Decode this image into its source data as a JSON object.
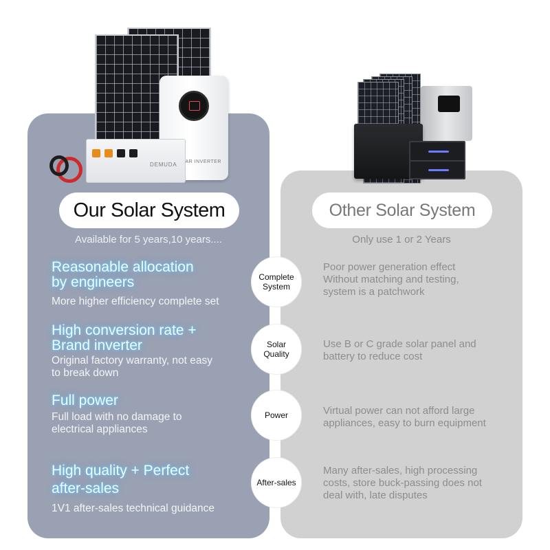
{
  "brand": {
    "logo_text": "DEMUDA",
    "inverter_label": "SOLAR INVERTER"
  },
  "left": {
    "title": "Our Solar System",
    "subtitle": "Available for 5 years,10 years....",
    "features": [
      {
        "title_line1": "Reasonable allocation",
        "title_line2": "by engineers",
        "desc_line1": "More higher efficiency complete set",
        "desc_line2": ""
      },
      {
        "title_line1": "High conversion rate +",
        "title_line2": "Brand inverter",
        "desc_line1": "Original factory warranty, not easy",
        "desc_line2": "to break down"
      },
      {
        "title_line1": "Full power",
        "title_line2": "",
        "desc_line1": "Full load with no damage to",
        "desc_line2": "electrical appliances"
      },
      {
        "title_line1": "High quality + Perfect",
        "title_line2": "after-sales",
        "desc_line1": "1V1 after-sales technical guidance",
        "desc_line2": ""
      }
    ]
  },
  "middle": {
    "circles": [
      {
        "line1": "Complete",
        "line2": "System"
      },
      {
        "line1": "Solar",
        "line2": "Quality"
      },
      {
        "line1": "Power",
        "line2": ""
      },
      {
        "line1": "After-sales",
        "line2": ""
      }
    ]
  },
  "right": {
    "title": "Other Solar System",
    "subtitle": "Only use 1 or 2 Years",
    "items": [
      {
        "line1": "Poor power generation effect",
        "line2": "Without matching and testing,",
        "line3": "system is a patchwork"
      },
      {
        "line1": "Use B or C grade solar panel and",
        "line2": "battery to reduce cost",
        "line3": ""
      },
      {
        "line1": "Virtual power can not afford large",
        "line2": "appliances, easy to burn equipment",
        "line3": ""
      },
      {
        "line1": "Many after-sales, high processing",
        "line2": "costs, store buck-passing does not",
        "line3": "deal with, late disputes"
      }
    ]
  },
  "colors": {
    "left_panel": "#9aa1b3",
    "right_panel": "#d1d1d1",
    "feature_glow": "#6ed2ff"
  }
}
